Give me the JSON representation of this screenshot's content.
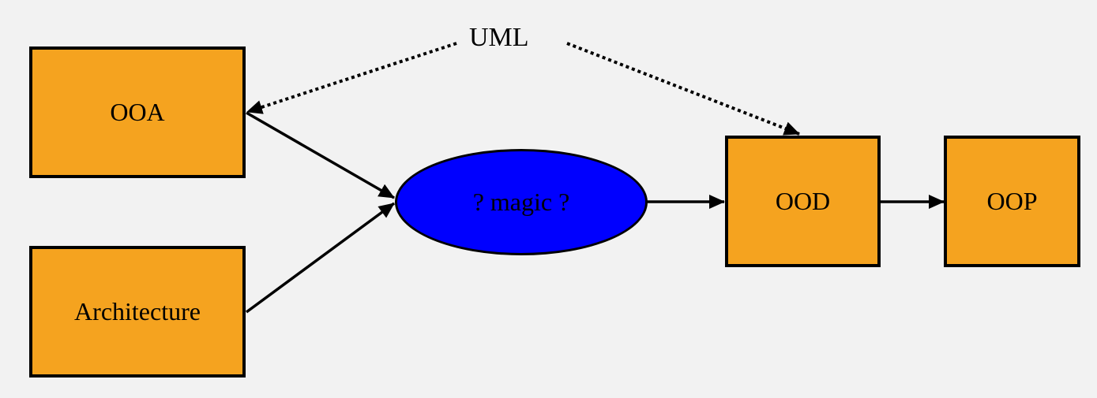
{
  "colors": {
    "background": "#f2f2f2",
    "box_fill": "#f5a31f",
    "ellipse_fill": "#0000ff",
    "stroke": "#000000"
  },
  "nodes": {
    "ooa": "OOA",
    "architecture": "Architecture",
    "magic": "? magic ?",
    "ood": "OOD",
    "oop": "OOP",
    "uml": "UML"
  },
  "edges": [
    {
      "from": "ooa",
      "to": "magic",
      "style": "solid"
    },
    {
      "from": "architecture",
      "to": "magic",
      "style": "solid"
    },
    {
      "from": "magic",
      "to": "ood",
      "style": "solid"
    },
    {
      "from": "ood",
      "to": "oop",
      "style": "solid"
    },
    {
      "from": "uml",
      "to": "ooa",
      "style": "dotted"
    },
    {
      "from": "uml",
      "to": "ood",
      "style": "dotted"
    }
  ]
}
